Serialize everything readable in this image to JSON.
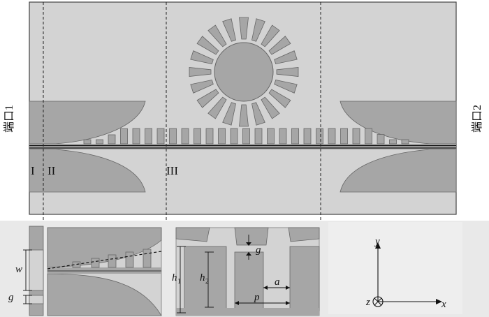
{
  "ports": {
    "port1_label": "端口1",
    "port2_label": "端口2"
  },
  "regions": {
    "region1": "I",
    "region2": "II",
    "region3": "III"
  },
  "dimensions": {
    "w": "w",
    "g_left": "g",
    "g_right": "g",
    "h1": "h",
    "h1_sub": "1",
    "h2": "h",
    "h2_sub": "2",
    "a": "a",
    "p": "p"
  },
  "axes": {
    "x": "x",
    "y": "y",
    "z": "z"
  },
  "colors": {
    "background_panel": "#e9e9e9",
    "substrate": "#d3d3d3",
    "metal": "#a6a6a6",
    "outline": "#555555"
  }
}
